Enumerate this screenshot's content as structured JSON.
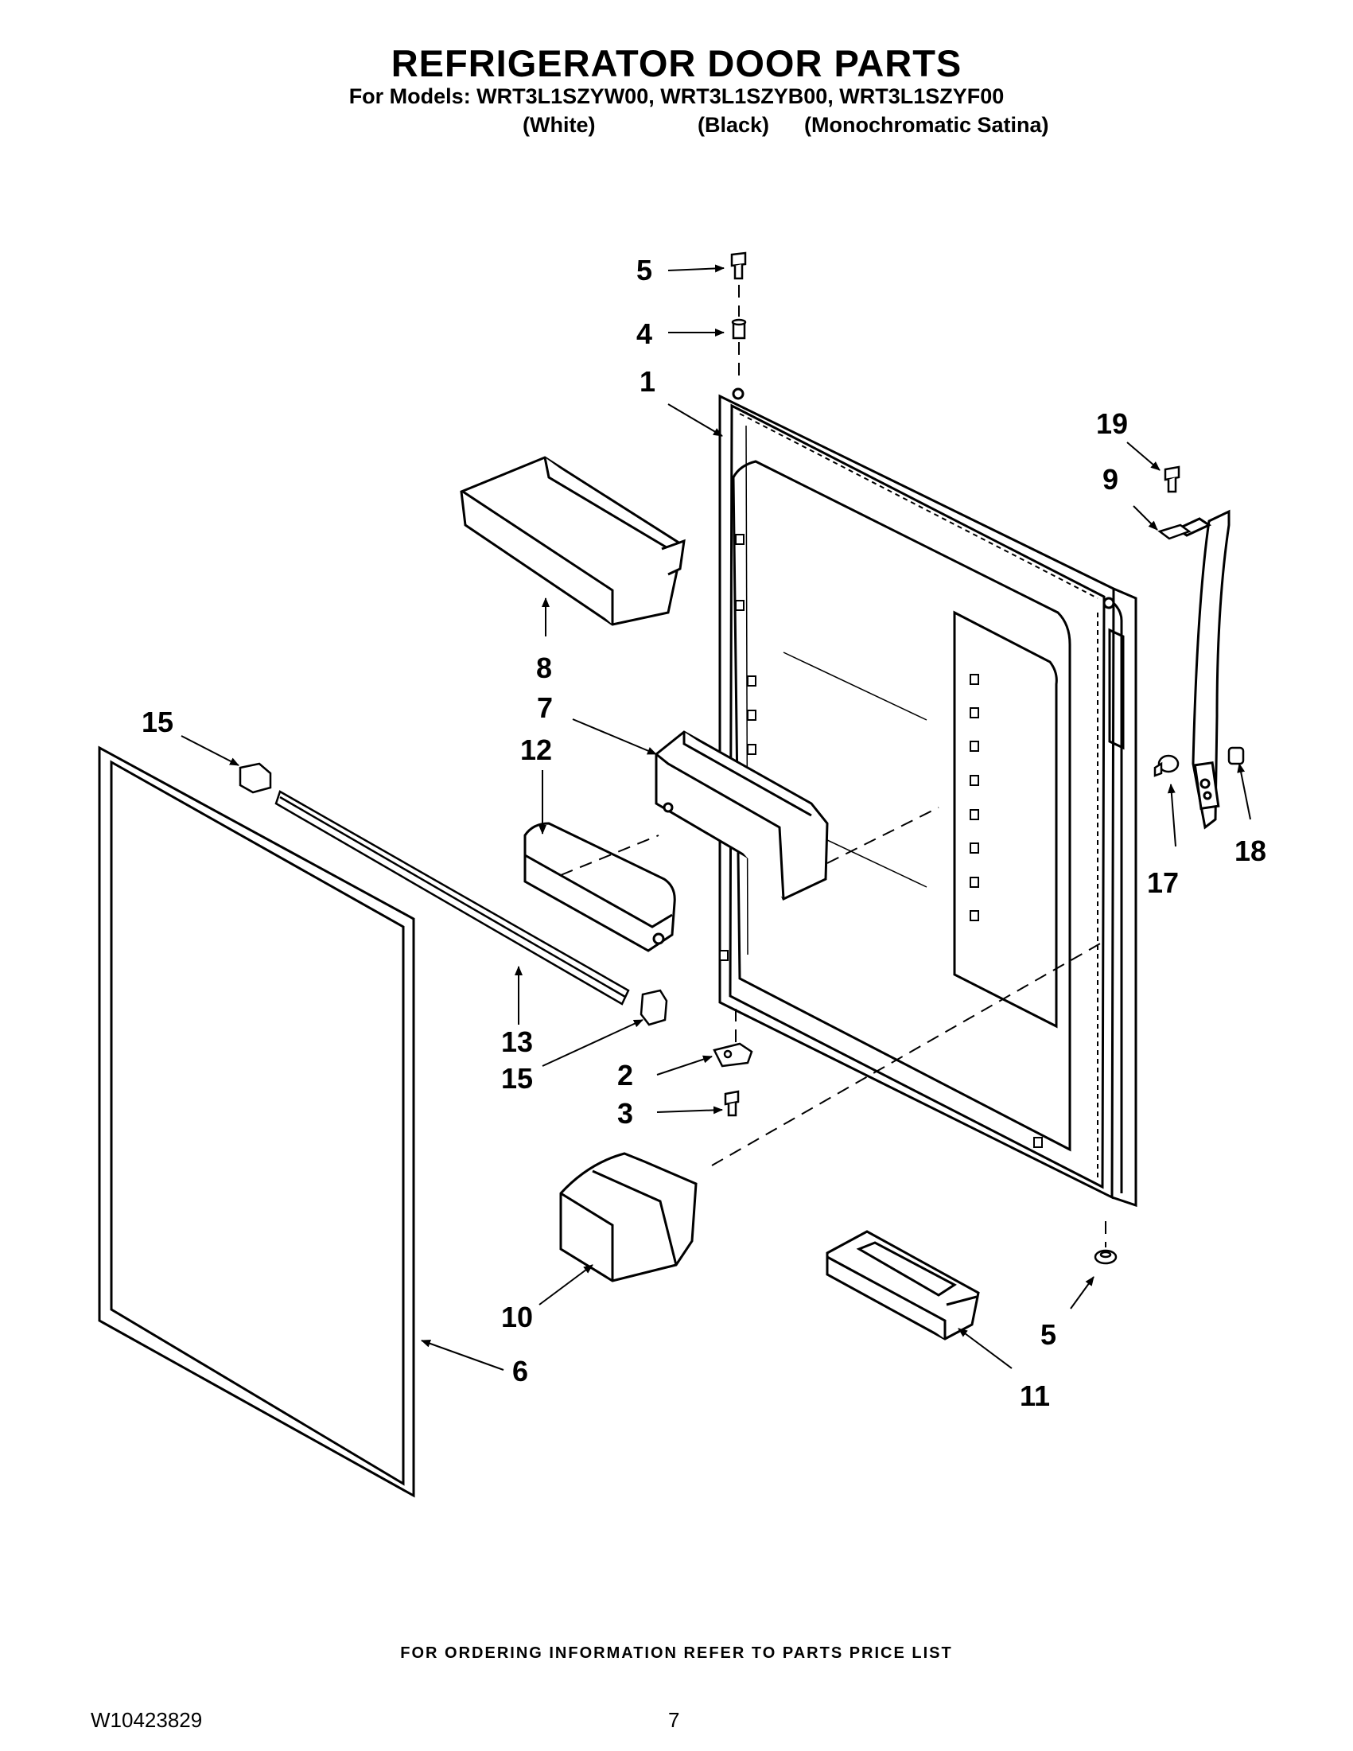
{
  "header": {
    "title": "REFRIGERATOR DOOR PARTS",
    "models": "For Models: WRT3L1SZYW00, WRT3L1SZYB00, WRT3L1SZYF00",
    "variants": [
      "(White)",
      "(Black)",
      "(Monochromatic Satina)"
    ]
  },
  "callouts": [
    "5",
    "4",
    "1",
    "19",
    "9",
    "8",
    "15",
    "7",
    "12",
    "18",
    "17",
    "13",
    "15",
    "2",
    "3",
    "10",
    "5",
    "6",
    "11"
  ],
  "footer": {
    "note": "FOR ORDERING INFORMATION REFER TO PARTS PRICE LIST",
    "doc_number": "W10423829",
    "page_number": "7"
  }
}
